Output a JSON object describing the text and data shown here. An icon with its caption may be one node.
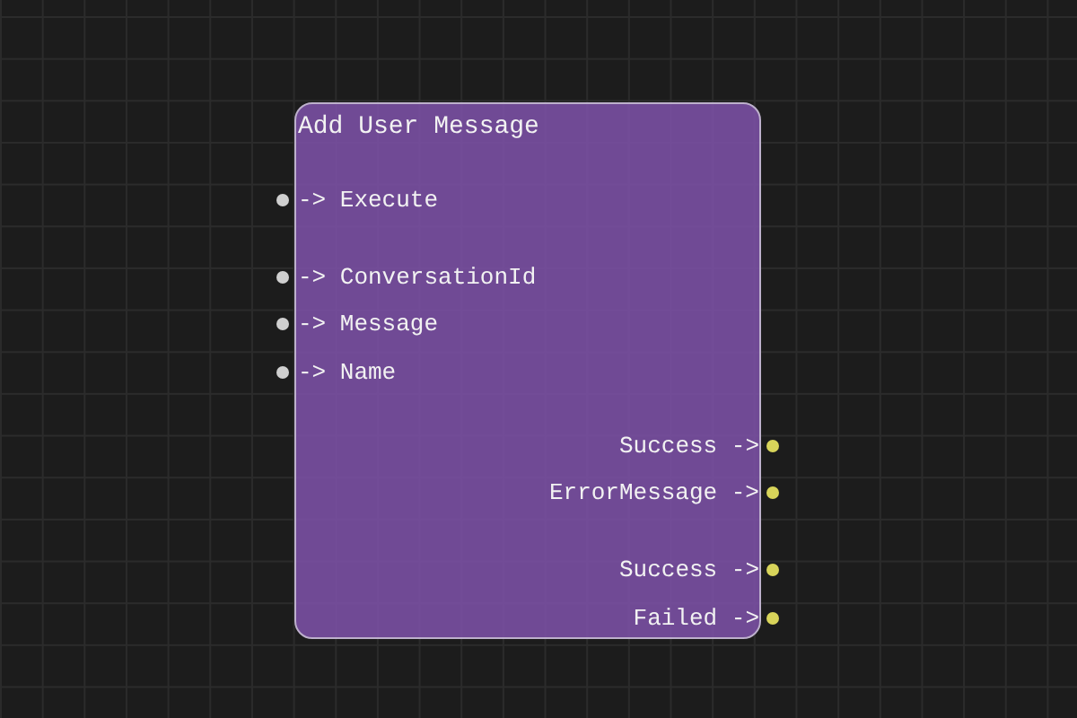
{
  "diagram": {
    "nodes": [
      {
        "text": [
          "Add User Message",
          "-> Execute",
          "-> ConversationId",
          "-> Message",
          "-> Name",
          "Success ->",
          "ErrorMessage ->",
          "Success ->",
          "Failed ->"
        ]
      }
    ]
  }
}
